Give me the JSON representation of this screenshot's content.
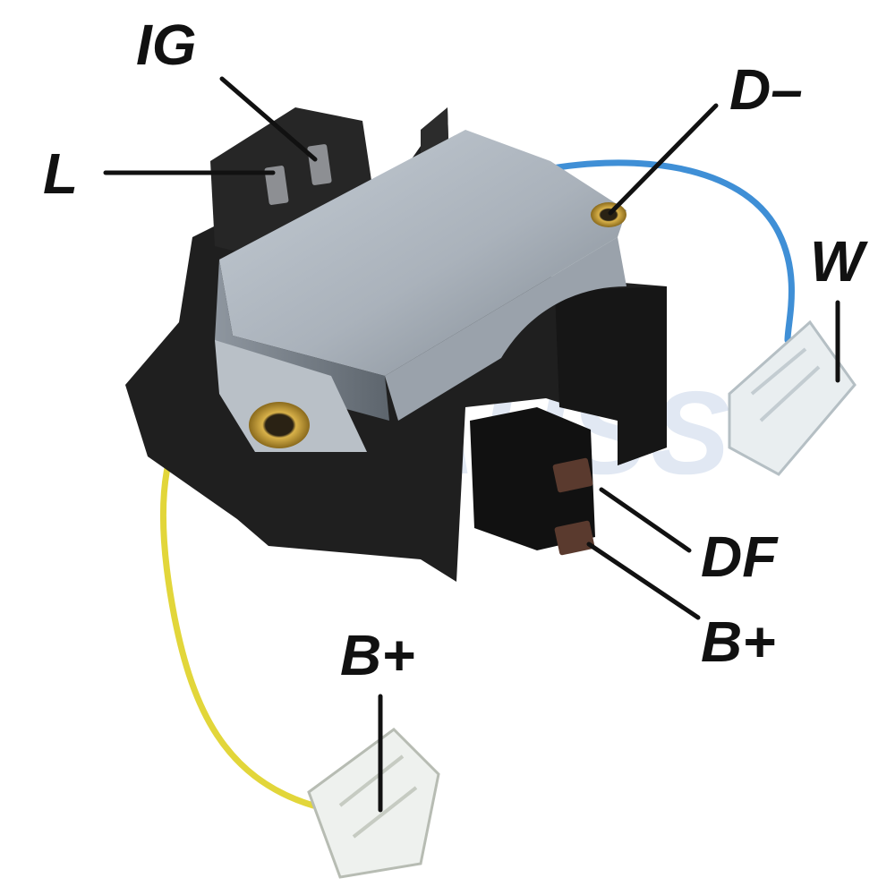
{
  "watermark": {
    "text": "GAUSS"
  },
  "labels": {
    "ig": "IG",
    "l": "L",
    "d_minus": "D–",
    "w": "W",
    "df": "DF",
    "b_plus_right": "B+",
    "b_plus_bottom": "B+"
  },
  "colors": {
    "housing": "#1f1f1f",
    "metal_cover": "#aeb5bd",
    "blue_wire": "#3f8fd6",
    "yellow_wire": "#e2d63a",
    "brass_eyelet": "#b8962e",
    "brush": "#5a3a2e",
    "leader_line": "#111111",
    "watermark": "#c9d6ea"
  }
}
